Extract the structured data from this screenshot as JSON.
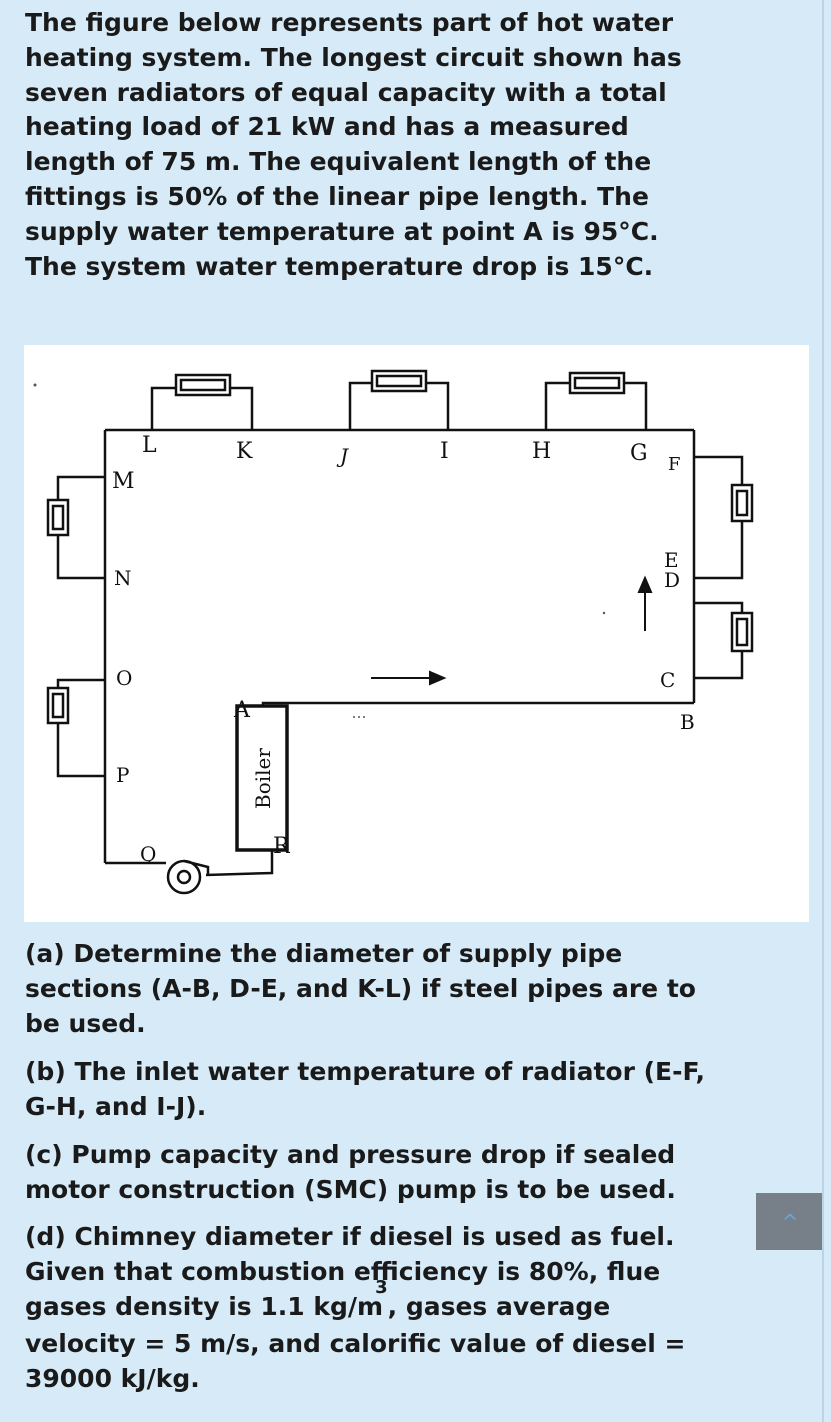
{
  "problem": {
    "intro": [
      "The figure below represents part of hot water",
      "heating system. The longest circuit shown has",
      "seven radiators of equal capacity with a total",
      "heating load of 21 kW and has a measured",
      "length of 75 m. The equivalent length of the",
      "fittings is 50% of the linear pipe length. The",
      "supply water temperature at point A is 95°C.",
      "The system water temperature drop is 15°C."
    ],
    "part_a": [
      "(a) Determine the diameter of supply pipe",
      "sections (A-B, D-E, and K-L) if steel pipes are to",
      "be used."
    ],
    "part_b": [
      "(b) The inlet water temperature of radiator (E-F,",
      "G-H, and I-J)."
    ],
    "part_c": [
      "(c) Pump capacity and pressure drop if sealed",
      "motor construction (SMC) pump is to be used."
    ],
    "part_d": {
      "line1": "(d) Chimney diameter if diesel is used as fuel.",
      "line2": "Given that combustion efficiency is 80%, flue",
      "line3_pre": "gases density is 1.1 kg/m",
      "line3_sup": "3",
      "line3_post": ", gases average",
      "line4": "velocity = 5 m/s, and calorific value of diesel =",
      "line5": "39000 kJ/kg."
    }
  },
  "diagram": {
    "labels": {
      "L": "L",
      "K": "K",
      "J": "J",
      "I": "I",
      "H": "H",
      "G": "G",
      "F": "F",
      "M": "M",
      "N": "N",
      "O": "O",
      "P": "P",
      "Q": "Q",
      "R": "R",
      "A": "A",
      "B": "B",
      "C": "C",
      "D": "D",
      "E": "E"
    },
    "boiler_label": "Boiler"
  },
  "ui": {
    "scroll_icon": "chevron-up-icon",
    "scroll_glyph": "^"
  }
}
